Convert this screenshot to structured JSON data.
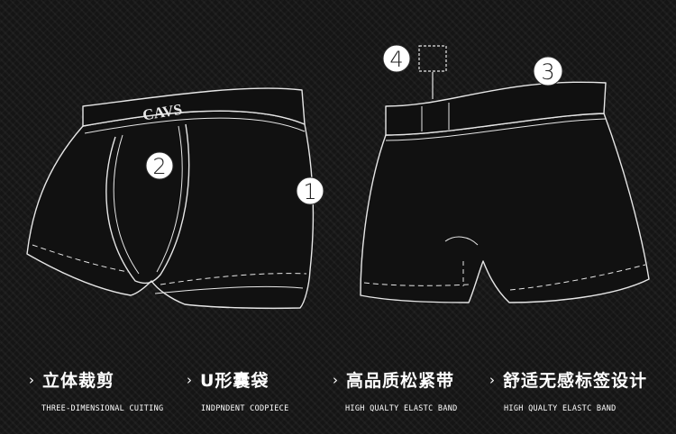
{
  "brand": {
    "waistband_logo": "CAVS"
  },
  "callouts": [
    {
      "number": "1"
    },
    {
      "number": "2"
    },
    {
      "number": "3"
    },
    {
      "number": "4"
    }
  ],
  "features": [
    {
      "title": "立体裁剪",
      "subtitle": "THREE-DIMENSIONAL CUITING"
    },
    {
      "title": "U形囊袋",
      "subtitle": "INDPNDENT CODPIECE"
    },
    {
      "title": "高品质松紧带",
      "subtitle": "HIGH QUALTY ELASTC BAND"
    },
    {
      "title": "舒适无感标签设计",
      "subtitle": "HIGH QUALTY ELASTC BAND"
    }
  ],
  "colors": {
    "background": "#151515",
    "outline": "#e8e8e8",
    "garment": "#111111",
    "text": "#ffffff"
  },
  "icons": {
    "feature_bullet": "chevron-right-icon"
  }
}
